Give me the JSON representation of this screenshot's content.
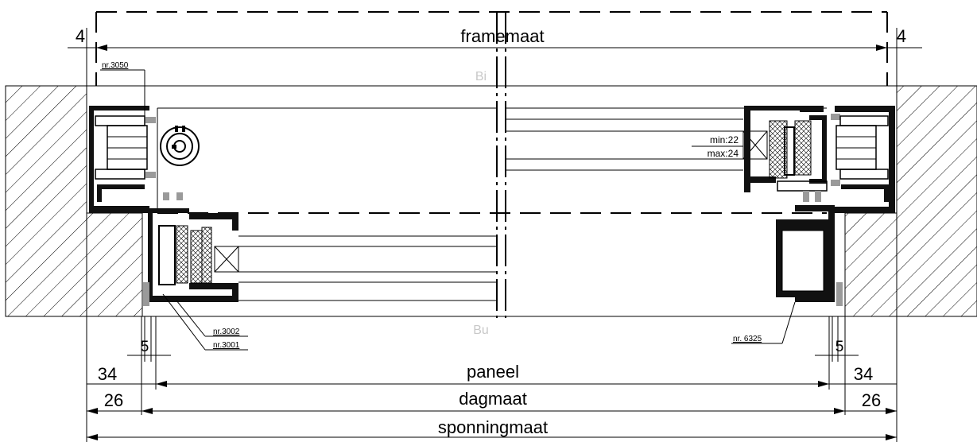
{
  "dimensions": {
    "framemaat": "framemaat",
    "paneel": "paneel",
    "dagmaat": "dagmaat",
    "sponningmaat": "sponningmaat",
    "gap_left": "4",
    "gap_right": "4",
    "offset_left": "5",
    "offset_right": "5",
    "paneel_left": "34",
    "paneel_right": "34",
    "dagmaat_left": "26",
    "dagmaat_right": "26"
  },
  "labels": {
    "inside": "Bi",
    "outside": "Bu",
    "min": "min:22",
    "max": "max:24"
  },
  "references": {
    "ref_3050": "nr.3050",
    "ref_3002": "nr.3002",
    "ref_3001": "nr.3001",
    "ref_6325": "nr. 6325"
  }
}
